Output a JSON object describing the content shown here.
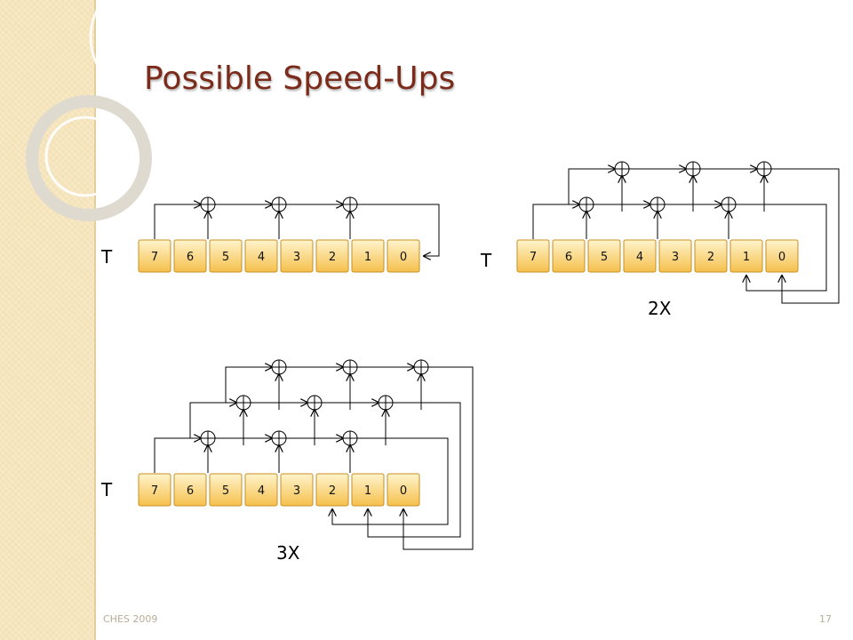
{
  "slide": {
    "title": "Possible Speed-Ups",
    "footer": "CHES 2009",
    "page_number": "17"
  },
  "colors": {
    "title": "#7b2b1a",
    "cell_top": "#fff4cc",
    "cell_bottom": "#f5c04d",
    "cell_border": "#c98f20",
    "sidebar": "#f4e2b6"
  },
  "diagrams": [
    {
      "input_label": "T",
      "speed_label": "",
      "stages": 1,
      "cells": [
        "7",
        "6",
        "5",
        "4",
        "3",
        "2",
        "1",
        "0"
      ]
    },
    {
      "input_label": "T",
      "speed_label": "2X",
      "stages": 2,
      "cells": [
        "7",
        "6",
        "5",
        "4",
        "3",
        "2",
        "1",
        "0"
      ]
    },
    {
      "input_label": "T",
      "speed_label": "3X",
      "stages": 3,
      "cells": [
        "7",
        "6",
        "5",
        "4",
        "3",
        "2",
        "1",
        "0"
      ]
    }
  ]
}
